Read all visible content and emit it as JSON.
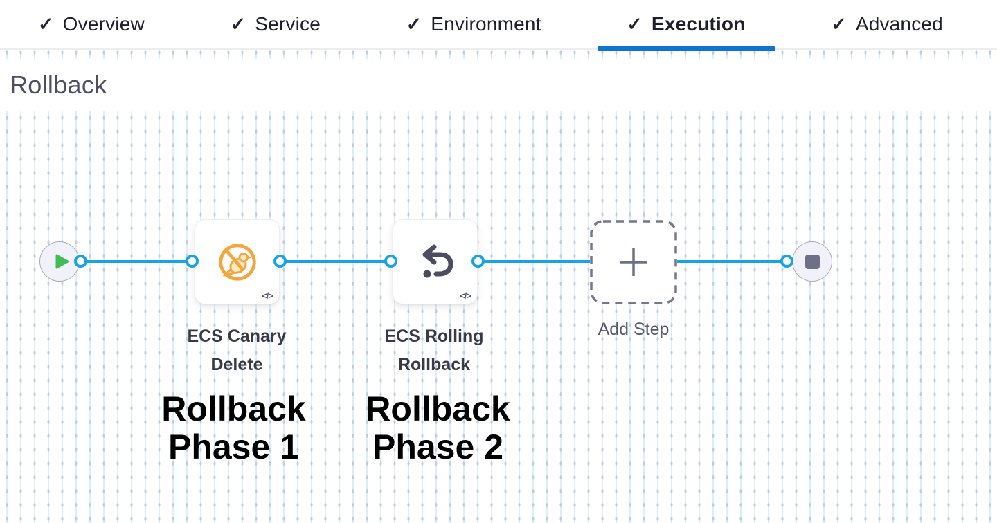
{
  "tab_bar": {
    "tabs": [
      {
        "label": "Overview",
        "completed": true,
        "active": false
      },
      {
        "label": "Service",
        "completed": true,
        "active": false
      },
      {
        "label": "Environment",
        "completed": true,
        "active": false
      },
      {
        "label": "Execution",
        "completed": true,
        "active": true
      },
      {
        "label": "Advanced",
        "completed": true,
        "active": false
      }
    ]
  },
  "section": {
    "title": "Rollback"
  },
  "canvas": {
    "start_node": {
      "icon": "play-icon"
    },
    "end_node": {
      "icon": "stop-icon"
    },
    "steps": [
      {
        "label": "ECS Canary Delete",
        "icon": "ecs-canary-delete-icon",
        "code_badge": true
      },
      {
        "label": "ECS Rolling Rollback",
        "icon": "ecs-rolling-rollback-icon",
        "code_badge": true
      }
    ],
    "add_step": {
      "label": "Add Step"
    },
    "annotations": [
      {
        "text": "Rollback Phase 1"
      },
      {
        "text": "Rollback Phase 2"
      }
    ]
  },
  "icons": {
    "check": "✓",
    "code": "</>"
  },
  "colors": {
    "connector_blue": "#18a2e8",
    "active_tab_blue": "#0e74d2",
    "canary_orange": "#f6a53c",
    "play_green": "#45bb58",
    "slate_icon": "#4a4c5f",
    "node_fill": "#f0f1f9",
    "heading_gray": "#4c4e61",
    "annotation_black": "#000000"
  }
}
